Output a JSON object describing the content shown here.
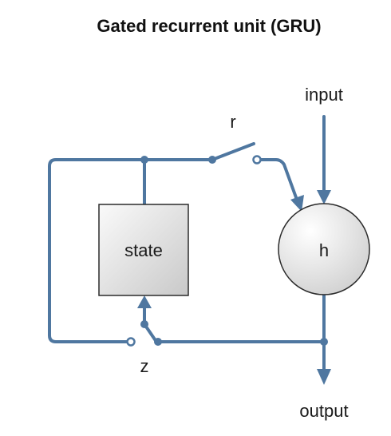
{
  "title": "Gated recurrent unit (GRU)",
  "nodes": {
    "state": "state",
    "hidden": "h"
  },
  "labels": {
    "input": "input",
    "output": "output",
    "reset_gate": "r",
    "update_gate": "z"
  },
  "colors": {
    "wire": "#4f77a0",
    "box_fill_light": "#f7f7f7",
    "box_fill_dark": "#c8c8c8",
    "outline": "#2b2b2b"
  }
}
